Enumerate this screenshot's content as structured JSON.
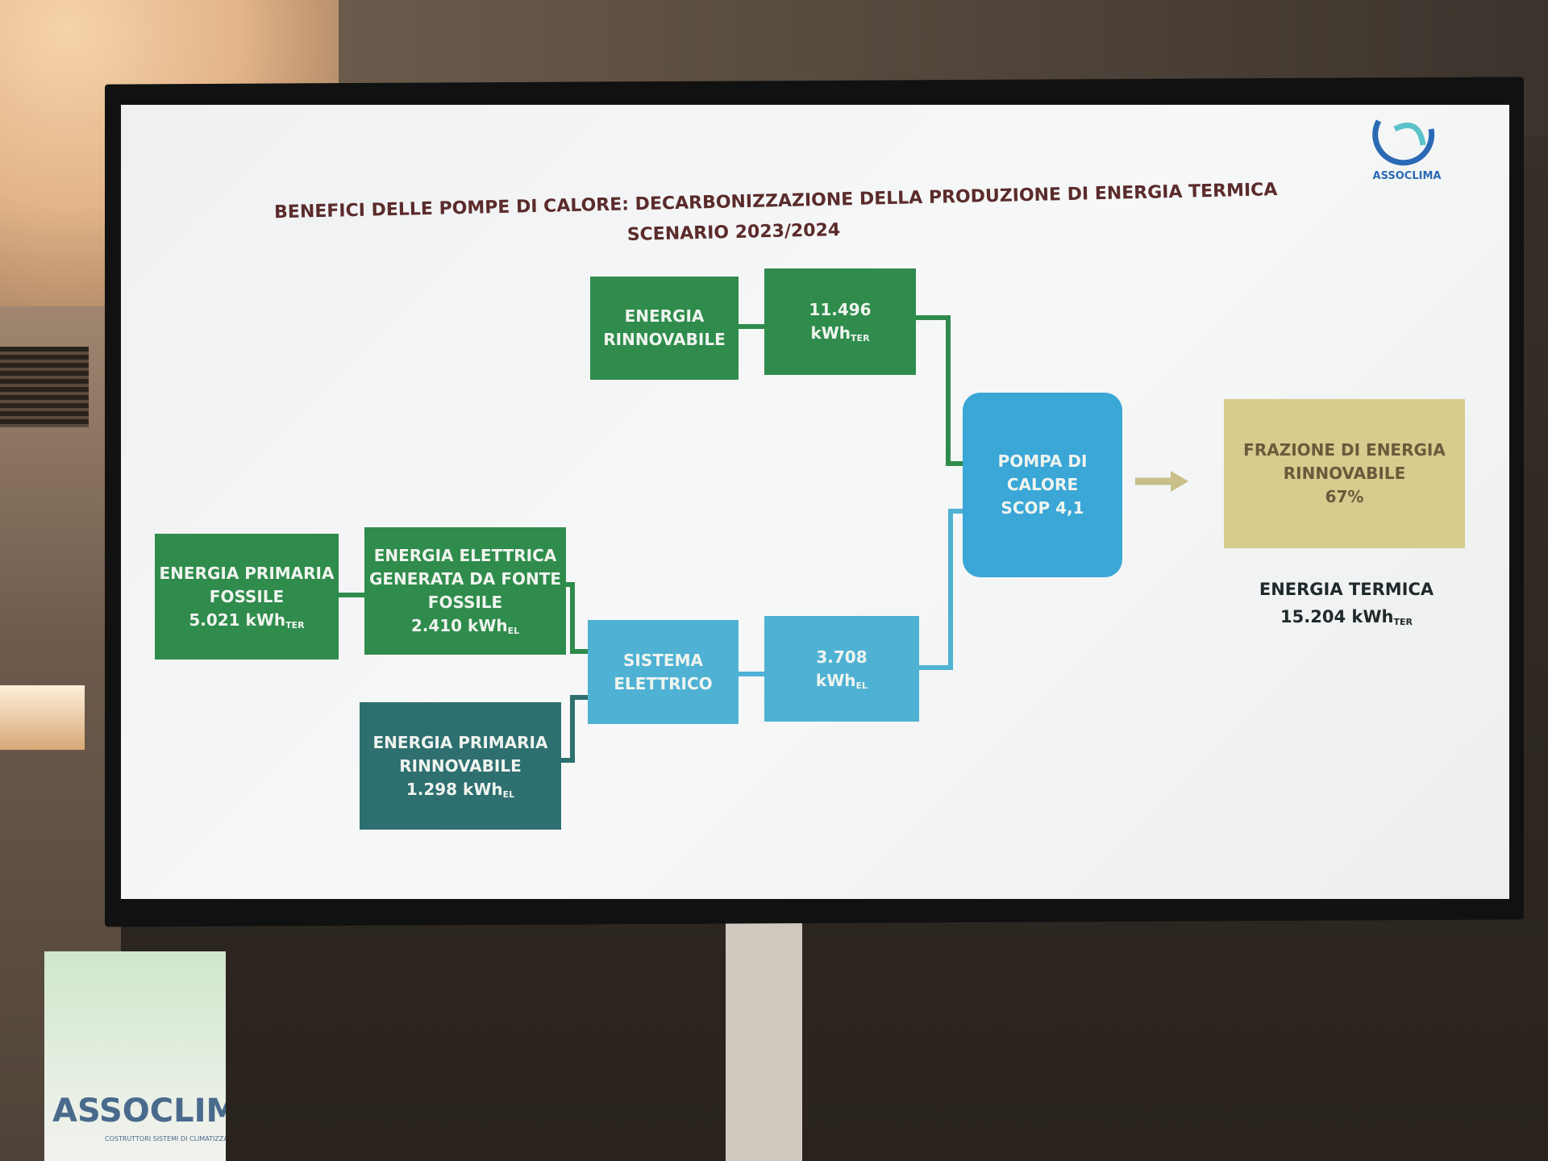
{
  "slide": {
    "title_line1": "BENEFICI DELLE POMPE DI CALORE: DECARBONIZZAZIONE DELLA PRODUZIONE DI ENERGIA TERMICA",
    "title_line2": "SCENARIO 2023/2024",
    "logo_text": "ASSOCLIMA"
  },
  "nodes": {
    "energia_rinnovabile": {
      "line1": "ENERGIA",
      "line2": "RINNOVABILE"
    },
    "rinnovabile_value": {
      "value": "11.496",
      "unit": "kWh",
      "sub": "TER"
    },
    "pompa": {
      "line1": "POMPA DI",
      "line2": "CALORE",
      "line3": "SCOP 4,1"
    },
    "frazione": {
      "line1": "FRAZIONE DI ENERGIA",
      "line2": "RINNOVABILE",
      "value": "67%"
    },
    "energia_termica": {
      "label": "ENERGIA TERMICA",
      "value": "15.204 kWh",
      "sub": "TER"
    },
    "primaria_fossile": {
      "line1": "ENERGIA PRIMARIA",
      "line2": "FOSSILE",
      "value": "5.021 kWh",
      "sub": "TER"
    },
    "elettrica_fossile": {
      "line1": "ENERGIA ELETTRICA",
      "line2": "GENERATA DA FONTE",
      "line3": "FOSSILE",
      "value": "2.410 kWh",
      "sub": "EL"
    },
    "sistema_elettrico": {
      "line1": "SISTEMA",
      "line2": "ELETTRICO"
    },
    "elettrico_value": {
      "value": "3.708",
      "unit": "kWh",
      "sub": "EL"
    },
    "primaria_rinnovabile": {
      "line1": "ENERGIA PRIMARIA",
      "line2": "RINNOVABILE",
      "value": "1.298 kWh",
      "sub": "EL"
    }
  },
  "banner": {
    "logo_text": "ASSOCLIMA",
    "subtitle": "COSTRUTTORI SISTEMI DI CLIMATIZZAZIONE"
  },
  "colors": {
    "green": "#2f8c4c",
    "teal": "#2e6f70",
    "blue": "#4fb2d4",
    "khaki": "#d7cb8e",
    "title": "#5b2b2b"
  }
}
